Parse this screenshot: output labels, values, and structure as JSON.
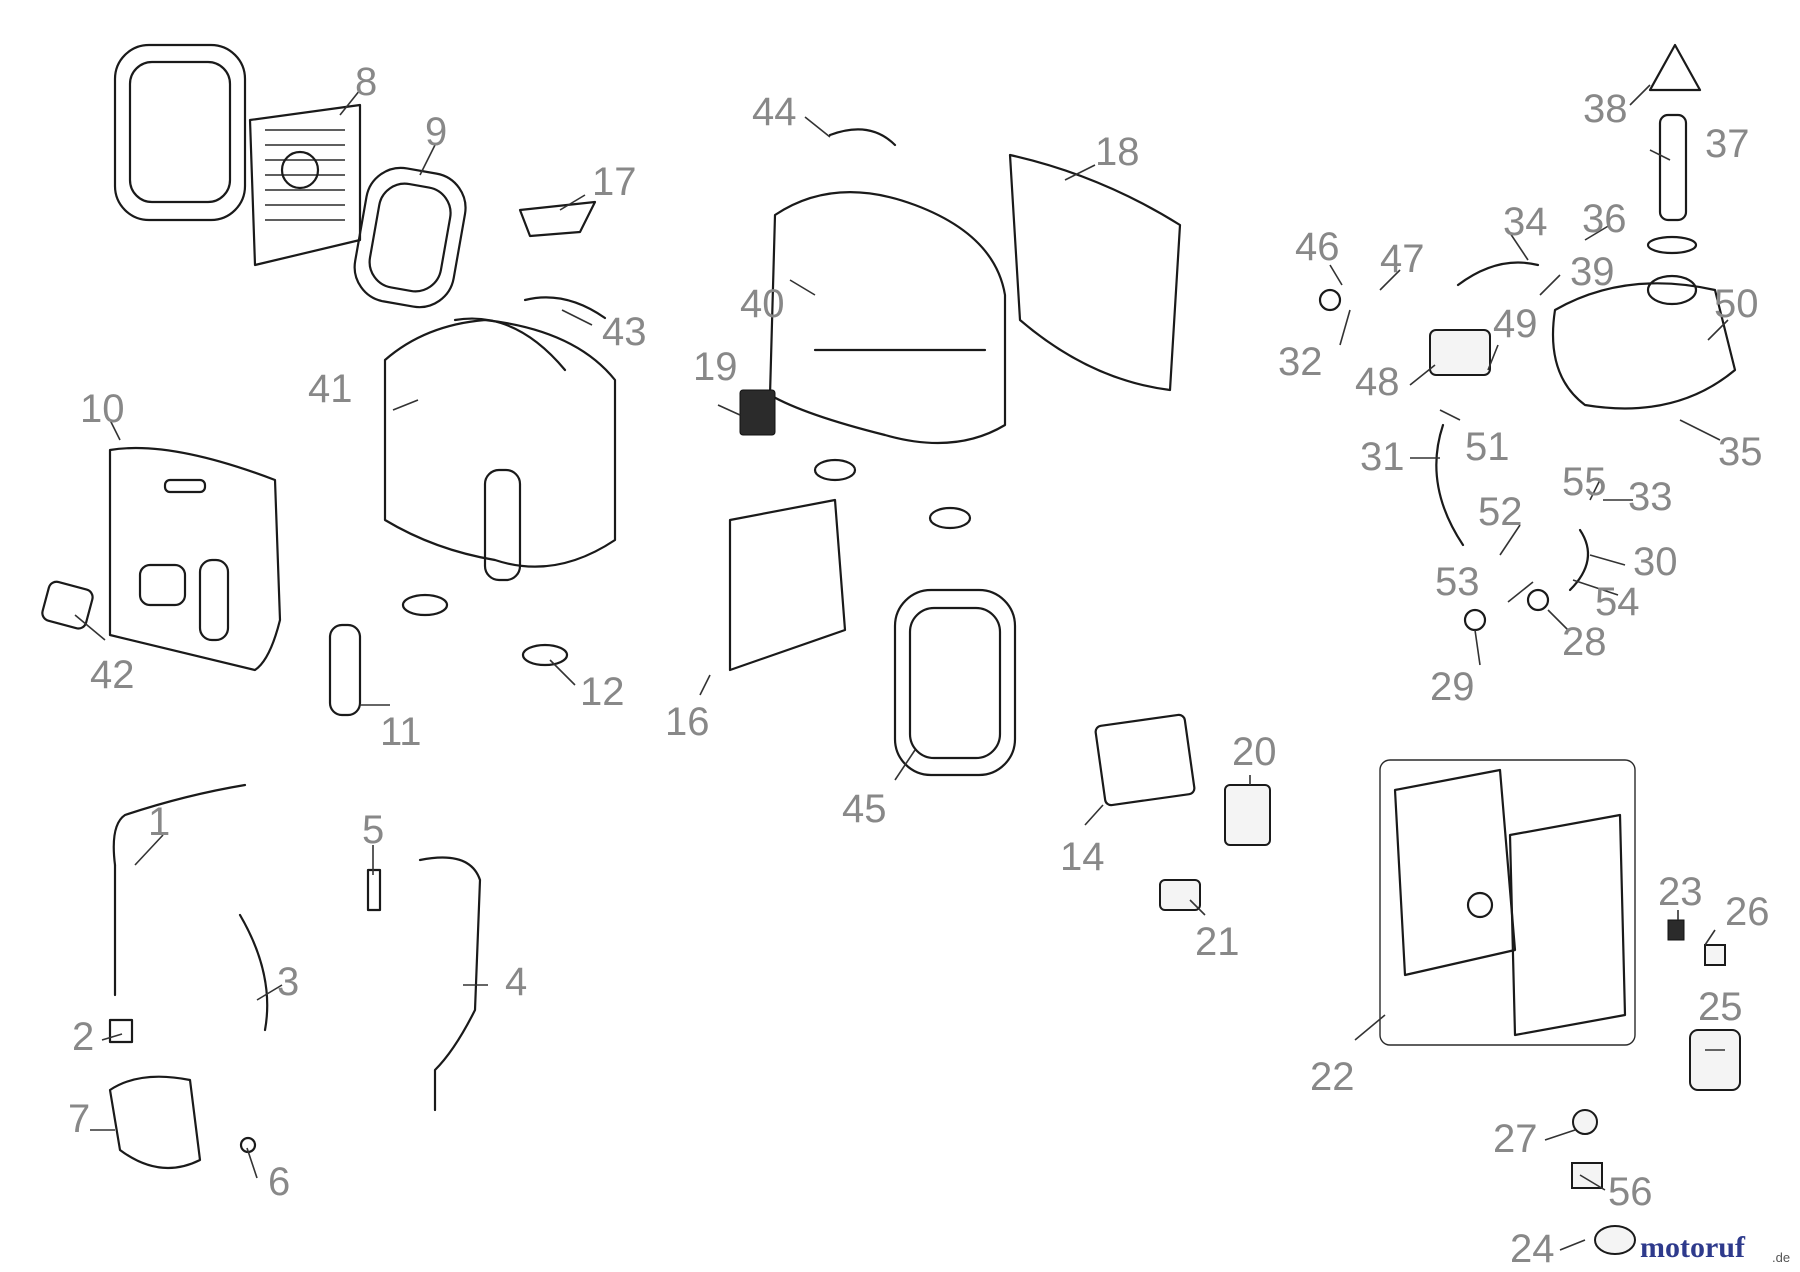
{
  "diagram": {
    "callouts": [
      "1",
      "2",
      "3",
      "4",
      "5",
      "6",
      "7",
      "8",
      "9",
      "10",
      "11",
      "12",
      "14",
      "16",
      "17",
      "18",
      "19",
      "20",
      "21",
      "22",
      "23",
      "24",
      "25",
      "26",
      "27",
      "28",
      "29",
      "30",
      "31",
      "32",
      "33",
      "34",
      "35",
      "36",
      "37",
      "38",
      "39",
      "40",
      "41",
      "42",
      "43",
      "44",
      "45",
      "46",
      "47",
      "48",
      "49",
      "50",
      "51",
      "52",
      "53",
      "54",
      "55",
      "56"
    ]
  },
  "watermark": {
    "brand": "motoruf",
    "tld": ".de",
    "colors": [
      "#2e3a8c",
      "#e07a1f"
    ]
  }
}
